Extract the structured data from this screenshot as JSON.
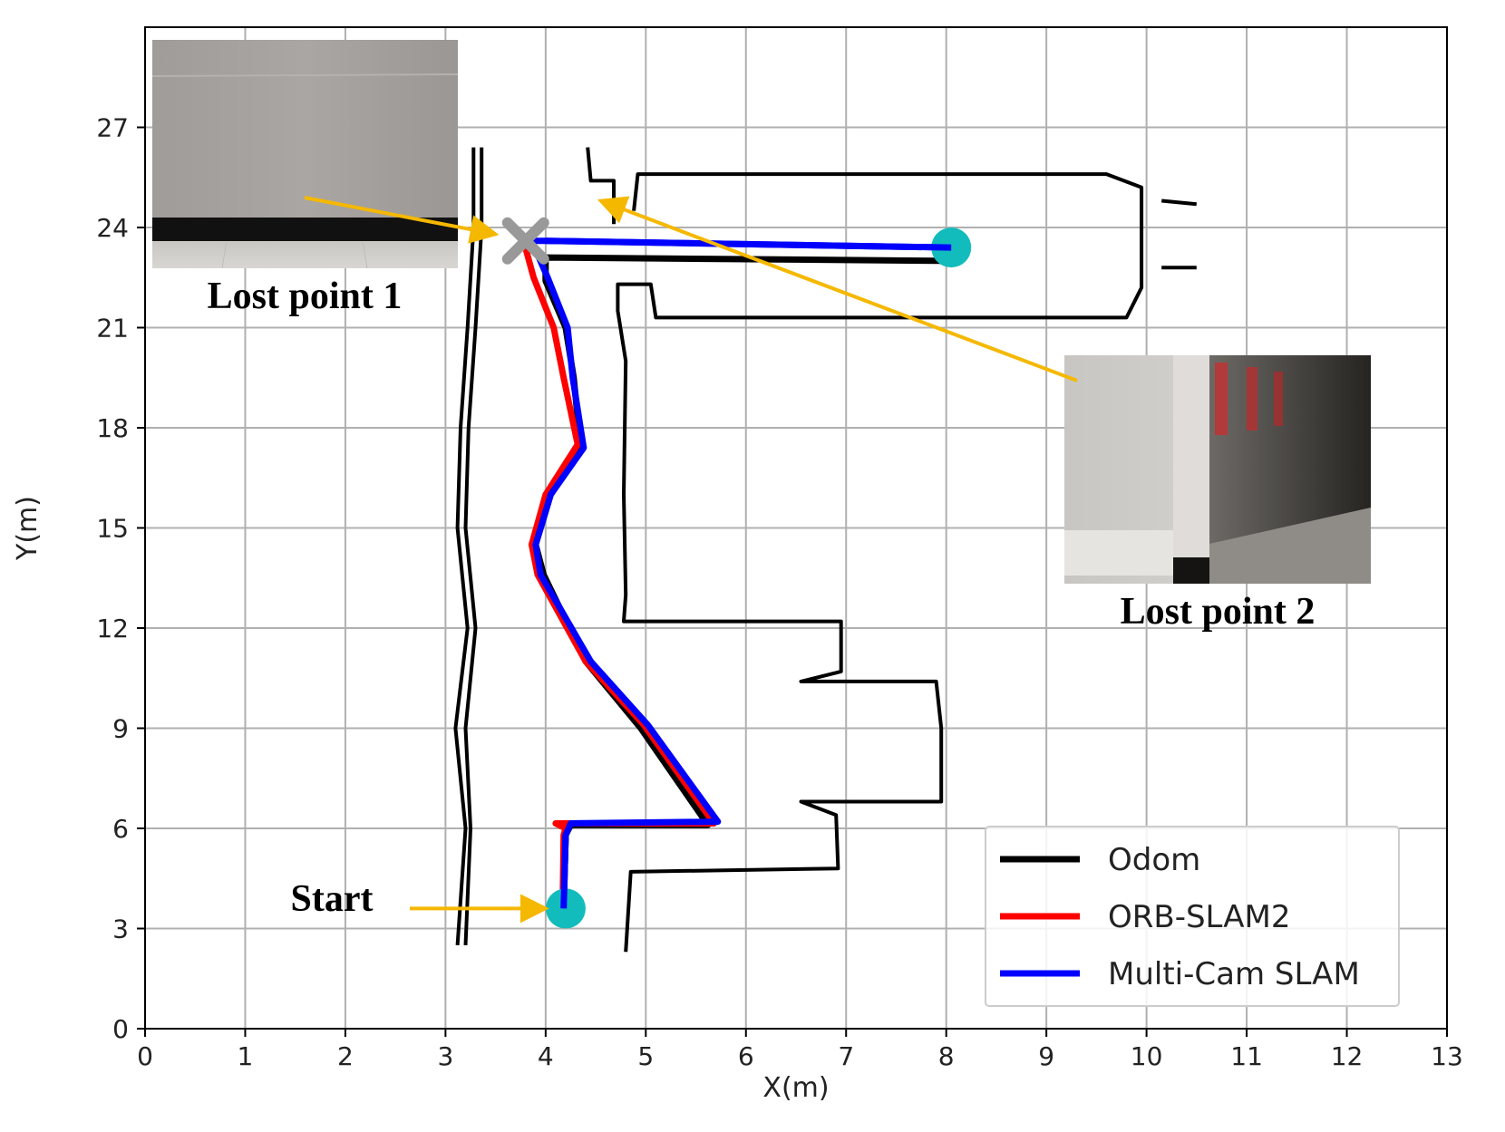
{
  "chart_data": {
    "type": "line",
    "title": "",
    "xlabel": "X(m)",
    "ylabel": "Y(m)",
    "xlim": [
      0,
      13
    ],
    "ylim": [
      0,
      30
    ],
    "xticks": [
      0,
      1,
      2,
      3,
      4,
      5,
      6,
      7,
      8,
      9,
      10,
      11,
      12,
      13
    ],
    "yticks": [
      0,
      3,
      6,
      9,
      12,
      15,
      18,
      21,
      24,
      27
    ],
    "grid": true,
    "legend_position": "bottom-right",
    "series": [
      {
        "name": "Odom",
        "color": "#000000",
        "points": [
          [
            4.18,
            3.6
          ],
          [
            4.2,
            5.8
          ],
          [
            4.25,
            6.1
          ],
          [
            5.62,
            6.1
          ],
          [
            4.95,
            9.0
          ],
          [
            4.4,
            11.0
          ],
          [
            3.98,
            13.6
          ],
          [
            3.9,
            14.5
          ],
          [
            4.05,
            16.0
          ],
          [
            4.35,
            17.4
          ],
          [
            4.28,
            19.5
          ],
          [
            4.2,
            21.0
          ],
          [
            4.0,
            22.4
          ],
          [
            4.0,
            23.1
          ],
          [
            7.95,
            23.0
          ]
        ]
      },
      {
        "name": "ORB-SLAM2",
        "color": "#ff0000",
        "points": [
          [
            4.17,
            3.6
          ],
          [
            4.18,
            5.8
          ],
          [
            4.2,
            6.0
          ],
          [
            4.1,
            6.15
          ],
          [
            5.68,
            6.15
          ],
          [
            4.98,
            9.1
          ],
          [
            4.4,
            11.0
          ],
          [
            3.92,
            13.6
          ],
          [
            3.86,
            14.5
          ],
          [
            4.0,
            16.0
          ],
          [
            4.32,
            17.5
          ],
          [
            4.18,
            19.5
          ],
          [
            4.08,
            21.0
          ],
          [
            3.88,
            22.5
          ],
          [
            3.78,
            23.6
          ]
        ]
      },
      {
        "name": "Multi-Cam SLAM",
        "color": "#0000ff",
        "points": [
          [
            4.18,
            3.6
          ],
          [
            4.2,
            5.8
          ],
          [
            4.25,
            6.15
          ],
          [
            5.72,
            6.2
          ],
          [
            5.02,
            9.1
          ],
          [
            4.45,
            11.0
          ],
          [
            3.95,
            13.6
          ],
          [
            3.9,
            14.5
          ],
          [
            4.05,
            16.0
          ],
          [
            4.38,
            17.4
          ],
          [
            4.27,
            19.5
          ],
          [
            4.22,
            21.0
          ],
          [
            4.02,
            22.5
          ],
          [
            3.86,
            23.6
          ],
          [
            4.0,
            23.6
          ],
          [
            8.05,
            23.4
          ]
        ]
      }
    ],
    "map_walls": [
      [
        [
          3.12,
          2.5
        ],
        [
          3.2,
          6.0
        ],
        [
          3.1,
          9.0
        ],
        [
          3.22,
          12.0
        ],
        [
          3.12,
          15.0
        ],
        [
          3.15,
          18.0
        ],
        [
          3.22,
          21.0
        ],
        [
          3.28,
          24.0
        ],
        [
          3.28,
          26.4
        ]
      ],
      [
        [
          3.2,
          2.5
        ],
        [
          3.25,
          6.0
        ],
        [
          3.2,
          9.0
        ],
        [
          3.3,
          12.0
        ],
        [
          3.2,
          15.0
        ],
        [
          3.23,
          18.0
        ],
        [
          3.3,
          21.0
        ],
        [
          3.36,
          24.0
        ],
        [
          3.36,
          26.4
        ]
      ],
      [
        [
          4.42,
          26.4
        ],
        [
          4.45,
          25.4
        ],
        [
          4.68,
          25.4
        ],
        [
          4.68,
          24.1
        ]
      ],
      [
        [
          4.88,
          24.5
        ],
        [
          4.92,
          25.6
        ],
        [
          9.6,
          25.6
        ],
        [
          9.95,
          25.2
        ],
        [
          9.95,
          22.2
        ],
        [
          9.8,
          21.3
        ],
        [
          5.1,
          21.3
        ],
        [
          5.05,
          22.3
        ],
        [
          4.72,
          22.3
        ],
        [
          4.72,
          21.5
        ],
        [
          4.8,
          20.0
        ],
        [
          4.78,
          16.0
        ],
        [
          4.8,
          13.0
        ],
        [
          4.78,
          12.2
        ],
        [
          6.95,
          12.2
        ],
        [
          6.95,
          10.7
        ],
        [
          6.55,
          10.4
        ],
        [
          7.9,
          10.4
        ],
        [
          7.95,
          9.0
        ],
        [
          7.95,
          6.8
        ],
        [
          6.55,
          6.8
        ],
        [
          6.9,
          6.4
        ],
        [
          6.92,
          4.8
        ],
        [
          4.85,
          4.7
        ],
        [
          4.8,
          2.3
        ]
      ],
      [
        [
          10.15,
          24.8
        ],
        [
          10.5,
          24.7
        ]
      ],
      [
        [
          10.15,
          22.8
        ],
        [
          10.5,
          22.8
        ]
      ]
    ],
    "start_marker": {
      "x": 4.2,
      "y": 3.6,
      "color": "#12bcbc"
    },
    "end_marker": {
      "x": 8.05,
      "y": 23.4,
      "color": "#12bcbc"
    },
    "lost_marker": {
      "x": 3.8,
      "y": 23.6,
      "color": "#999999"
    },
    "annotations": [
      {
        "text": "Lost point 1",
        "point_to": [
          3.5,
          23.8
        ]
      },
      {
        "text": "Lost point 2",
        "point_to": [
          4.55,
          24.8
        ]
      },
      {
        "text": "Start",
        "point_to": [
          4.0,
          3.6
        ]
      }
    ]
  }
}
